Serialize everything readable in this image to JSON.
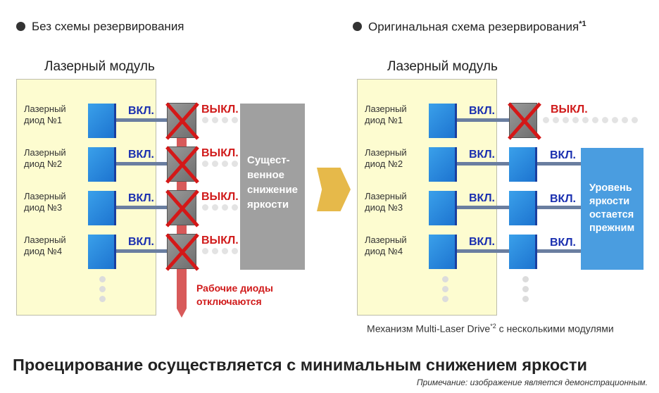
{
  "left": {
    "heading": "Без схемы резервирования",
    "module_title": "Лазерный модуль",
    "diodes": [
      {
        "label": "Лазерный диод №1",
        "state": "ВКЛ."
      },
      {
        "label": "Лазерный диод №2",
        "state": "ВКЛ."
      },
      {
        "label": "Лазерный диод №3",
        "state": "ВКЛ."
      },
      {
        "label": "Лазерный диод №4",
        "state": "ВКЛ."
      }
    ],
    "off_label": "ВЫКЛ.",
    "result_text": "Существенное снижение яркости",
    "result_lines": [
      "Сущест-",
      "венное",
      "снижение",
      "яркости"
    ],
    "failure_note_lines": [
      "Рабочие диоды",
      "отключаются"
    ]
  },
  "right": {
    "heading": "Оригинальная схема резервирования",
    "heading_sup": "*1",
    "module_title": "Лазерный модуль",
    "diodes": [
      {
        "label": "Лазерный диод №1",
        "state": "ВКЛ."
      },
      {
        "label": "Лазерный диод №2",
        "state": "ВКЛ."
      },
      {
        "label": "Лазерный диод №3",
        "state": "ВКЛ."
      },
      {
        "label": "Лазерный диод №4",
        "state": "ВКЛ."
      }
    ],
    "off_label": "ВЫКЛ.",
    "on_label": "ВКЛ.",
    "result_lines": [
      "Уровень",
      "яркости",
      "остается",
      "прежним"
    ],
    "caption": "Механизм Multi-Laser Drive",
    "caption_sup": "*2",
    "caption_tail": " с несколькими модулями"
  },
  "title": "Проецирование осуществляется с минимальным снижением яркости",
  "note": "Примечание: изображение является демонстрационным.",
  "colors": {
    "arrow": "#e6b94a",
    "gray_box": "#a0a0a0",
    "blue_box": "#4a9de0",
    "fail_red": "#d01a1a"
  }
}
